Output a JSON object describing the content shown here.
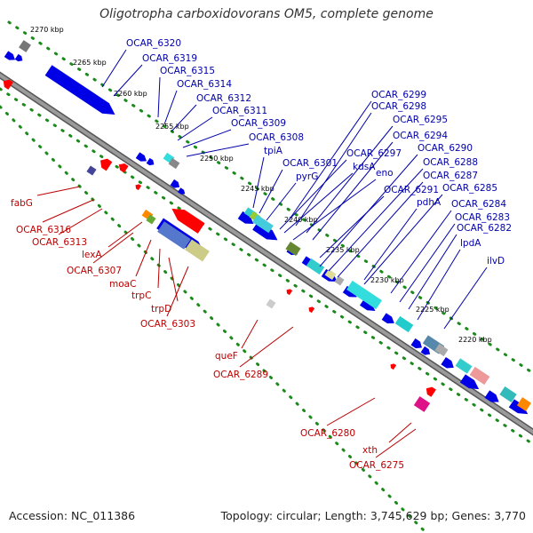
{
  "title": "Oligotropha carboxidovorans OM5, complete genome",
  "footer": {
    "accession": "Accession: NC_011386",
    "summary": "Topology: circular; Length: 3,745,629 bp; Genes: 3,770"
  },
  "colors": {
    "forward_gene": "#0000e6",
    "reverse_gene": "#ff0000",
    "backbone": "#777777",
    "tick_dots": "#1a8a1a",
    "blue_label": "#0000aa",
    "red_label": "#bb0000"
  },
  "kbp_ticks": [
    "2270 kbp",
    "2265 kbp",
    "2260 kbp",
    "2255 kbp",
    "2250 kbp",
    "2245 kbp",
    "2240 kbp",
    "2235 kbp",
    "2230 kbp",
    "2225 kbp",
    "2220 kbp"
  ],
  "forward_labels": [
    "OCAR_6320",
    "OCAR_6319",
    "OCAR_6315",
    "OCAR_6314",
    "OCAR_6312",
    "OCAR_6311",
    "OCAR_6309",
    "OCAR_6308",
    "tpiA",
    "OCAR_6301",
    "pyrG",
    "OCAR_6299",
    "OCAR_6298",
    "OCAR_6295",
    "OCAR_6294",
    "OCAR_6297",
    "kdsA",
    "eno",
    "OCAR_6290",
    "OCAR_6288",
    "OCAR_6287",
    "OCAR_6291",
    "OCAR_6285",
    "pdhA",
    "OCAR_6284",
    "OCAR_6283",
    "OCAR_6282",
    "lpdA",
    "ilvD"
  ],
  "reverse_labels": [
    "fabG",
    "OCAR_6316",
    "OCAR_6313",
    "lexA",
    "OCAR_6307",
    "moaC",
    "trpC",
    "trpD",
    "OCAR_6303",
    "queF",
    "OCAR_6289",
    "OCAR_6280",
    "xth",
    "OCAR_6275"
  ]
}
